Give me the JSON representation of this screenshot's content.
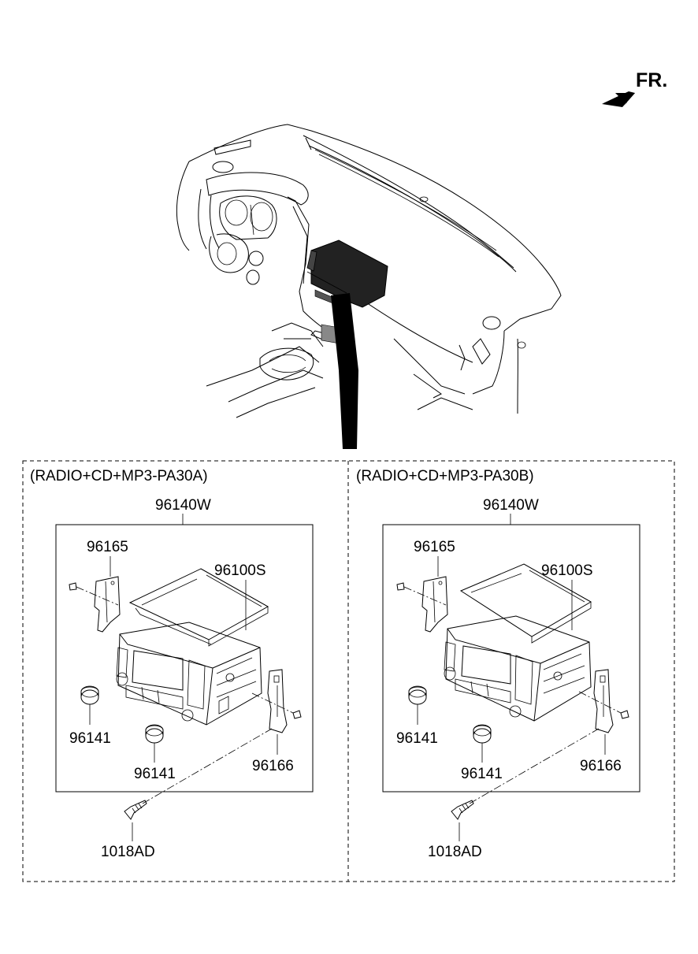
{
  "direction_label": "FR.",
  "panels": [
    {
      "title": "(RADIO+CD+MP3-PA30A)",
      "assembly_code": "96140W",
      "parts": {
        "bracket_left": "96165",
        "cover": "96100S",
        "knob_left": "96141",
        "knob_center": "96141",
        "bracket_right": "96166",
        "screw": "1018AD"
      }
    },
    {
      "title": "(RADIO+CD+MP3-PA30B)",
      "assembly_code": "96140W",
      "parts": {
        "bracket_left": "96165",
        "cover": "96100S",
        "knob_left": "96141",
        "knob_center": "96141",
        "bracket_right": "96166",
        "screw": "1018AD"
      }
    }
  ]
}
